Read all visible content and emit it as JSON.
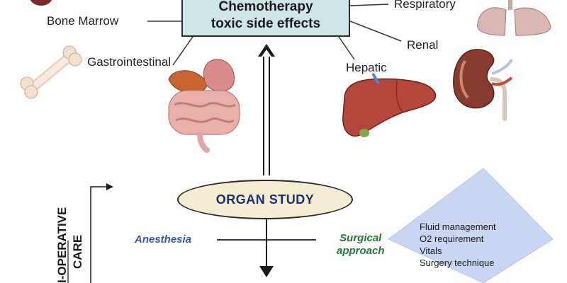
{
  "title": {
    "line1": "Chemotherapy",
    "line2": "toxic side effects"
  },
  "organs": {
    "bone_marrow": "Bone Marrow",
    "gastrointestinal": "Gastrointestinal",
    "respiratory": "Respiratory",
    "renal": "Renal",
    "hepatic": "Hepatic"
  },
  "center": {
    "label": "ORGAN STUDY"
  },
  "perioperative": {
    "line1": "PERI-OPERATIVE",
    "line2": "CARE",
    "visible1": "I-OPERATIVE",
    "visible2": "CARE"
  },
  "branches": {
    "anesthesia": "Anesthesia",
    "surgical_line1": "Surgical",
    "surgical_line2": "approach"
  },
  "considerations": [
    "Fluid management",
    "O2 requirement",
    "Vitals",
    "Surgery technique"
  ],
  "colors": {
    "title_box": "#cfe6e6",
    "study_ellipse": "#f3eed3",
    "diamond": "#c9d6f2",
    "anesthesia_text": "#2f5aa8",
    "surgical_text": "#237a3a",
    "study_text": "#1d2f6b"
  }
}
